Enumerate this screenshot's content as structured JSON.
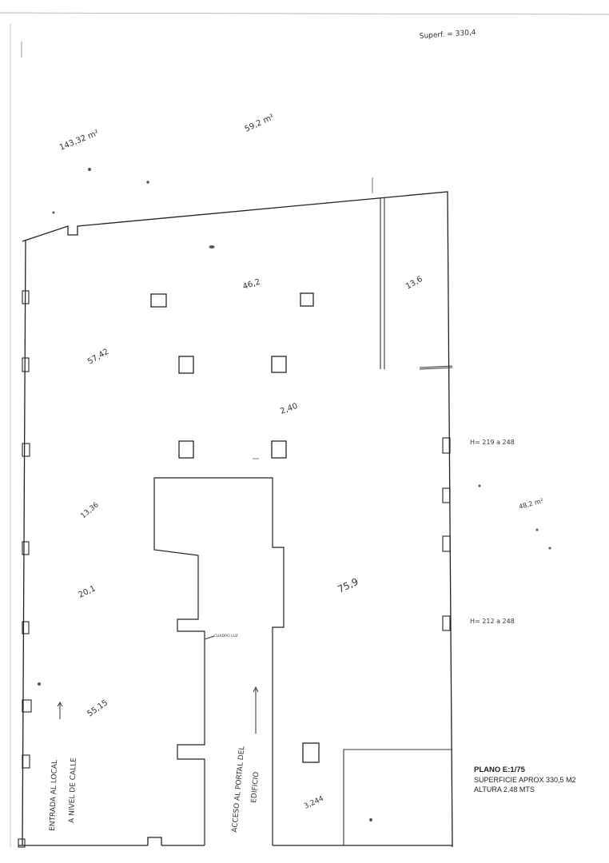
{
  "header_note": "Superf. = 330,4",
  "areas": {
    "a1": "143,32 m²",
    "a2": "59,2 m²",
    "a3": "46,2",
    "a4": "13,6",
    "a5": "57,42",
    "a6": "2,40",
    "a7": "13,36",
    "a8": "20,1",
    "a9": "55,15",
    "a10": "75,9",
    "a11": "3,244",
    "a12": "48,2 m²"
  },
  "heights": {
    "h1": "H= 219 a 248",
    "h2": "H= 212 a 248"
  },
  "cuadro": "CUADRO LUZ",
  "entrada": {
    "line1": "ENTRADA AL LOCAL",
    "line2": "A NIVEL DE CALLE"
  },
  "acceso": {
    "line1": "ACCESO AL PORTAL DEL",
    "line2": "EDIFICIO"
  },
  "legend": {
    "title": "PLANO  E:1/75",
    "line1": "SUPERFICIE APROX  330,5 M2",
    "line2": "ALTURA 2,48 MTS"
  }
}
